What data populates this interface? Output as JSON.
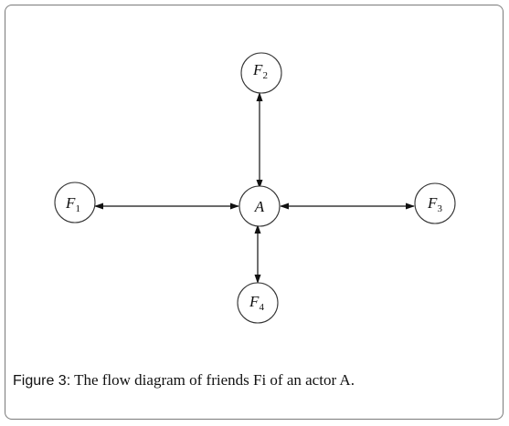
{
  "diagram": {
    "center": {
      "letter": "A",
      "sub": ""
    },
    "nodes": [
      {
        "id": "f1",
        "letter": "F",
        "sub": "1"
      },
      {
        "id": "f2",
        "letter": "F",
        "sub": "2"
      },
      {
        "id": "f3",
        "letter": "F",
        "sub": "3"
      },
      {
        "id": "f4",
        "letter": "F",
        "sub": "4"
      }
    ]
  },
  "caption": {
    "figure_label": "Figure 3:",
    "text": " The flow diagram of friends Fi of an actor A."
  }
}
